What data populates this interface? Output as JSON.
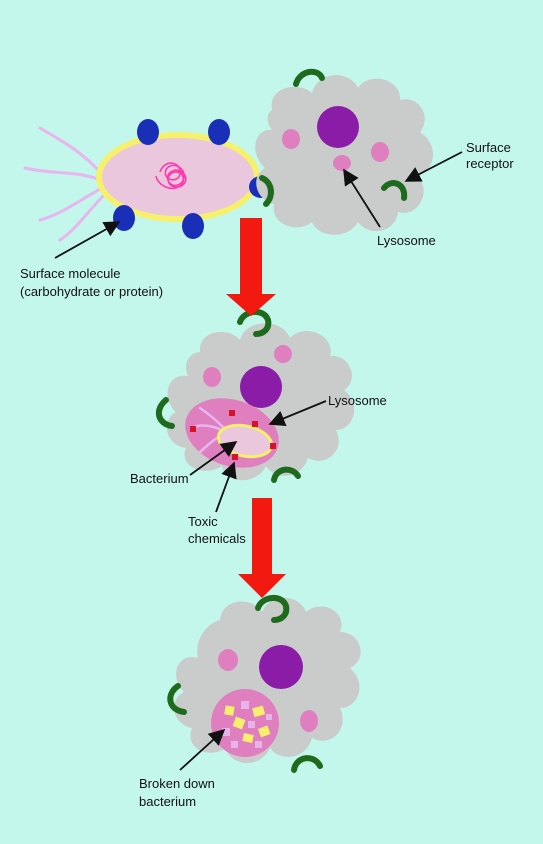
{
  "labels": {
    "surface_receptor_line1": "Surface",
    "surface_receptor_line2": "receptor",
    "lysosome_top": "Lysosome",
    "surface_molecule_line1": "Surface molecule",
    "surface_molecule_line2": "(carbohydrate or protein)",
    "lysosome_middle": "Lysosome",
    "bacterium": "Bacterium",
    "toxic_line1": "Toxic",
    "toxic_line2": "chemicals",
    "broken_line1": "Broken down",
    "broken_line2": "bacterium"
  },
  "colors": {
    "background": "#c4f7ec",
    "cell": "#c9cccb",
    "nucleus": "#8a1ca8",
    "lysosome": "#e07fc0",
    "receptor": "#1e6b1e",
    "surface_molecule": "#1a2fb8",
    "bacterium_body": "#eac7dc",
    "bacterium_wall": "#f6f06a",
    "dna": "#ff3ab0",
    "flagella": "#e8b6ee",
    "arrow_red": "#f21a10",
    "toxic": "#d4142b",
    "fragments_yellow": "#f6f06a",
    "fragments_pink": "#e6b4e6"
  }
}
